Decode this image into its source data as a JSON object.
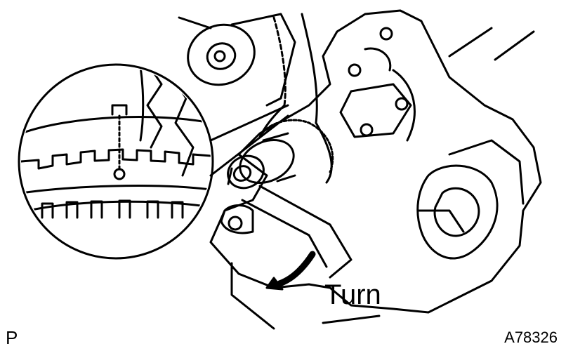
{
  "labels": {
    "turn": "Turn",
    "corner": "P",
    "figure_id": "A78326"
  },
  "colors": {
    "ink": "#000000",
    "paper": "#ffffff"
  },
  "icons": {
    "rotation_arrow": "curved-arrow-icon"
  }
}
